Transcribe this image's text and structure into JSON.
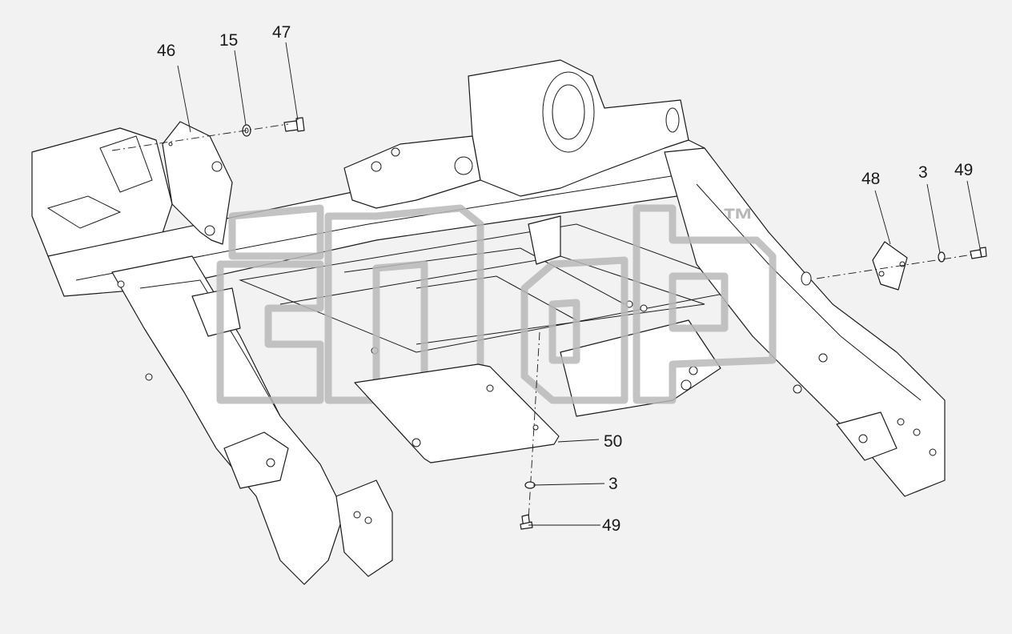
{
  "diagram": {
    "callouts": [
      {
        "id": "c46",
        "label": "46"
      },
      {
        "id": "c15",
        "label": "15"
      },
      {
        "id": "c47",
        "label": "47"
      },
      {
        "id": "c48",
        "label": "48"
      },
      {
        "id": "c3a",
        "label": "3"
      },
      {
        "id": "c49a",
        "label": "49"
      },
      {
        "id": "c50",
        "label": "50"
      },
      {
        "id": "c3b",
        "label": "3"
      },
      {
        "id": "c49b",
        "label": "49"
      }
    ],
    "watermark": {
      "tm": "™"
    }
  },
  "colors": {
    "background": "#f2f2f2",
    "line": "#1a1a1a",
    "watermark": "#b8b8b8"
  }
}
